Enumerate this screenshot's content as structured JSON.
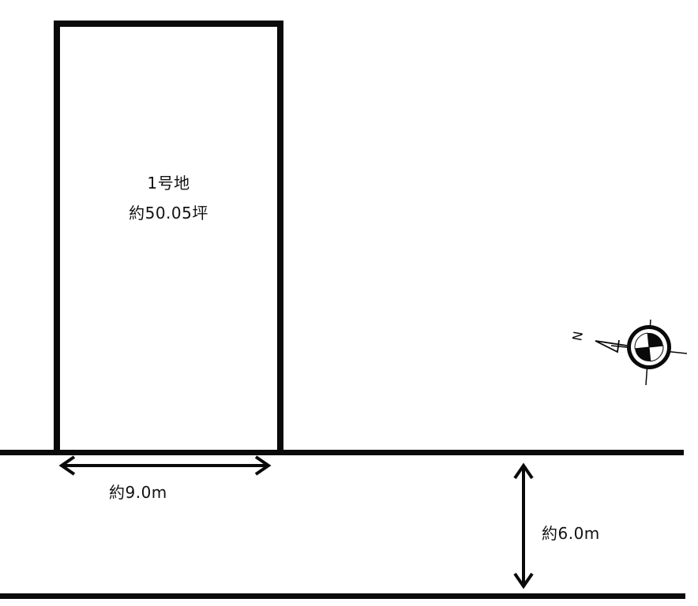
{
  "lot": {
    "name": "1号地",
    "area": "約50.05坪"
  },
  "dimensions": {
    "frontage": "約9.0m",
    "road_width": "約6.0m"
  },
  "compass": {
    "icon": "north-arrow-compass-icon",
    "direction_label": "N",
    "rotation_deg": -78
  },
  "colors": {
    "line": "#0a0a0a",
    "background": "#ffffff"
  }
}
